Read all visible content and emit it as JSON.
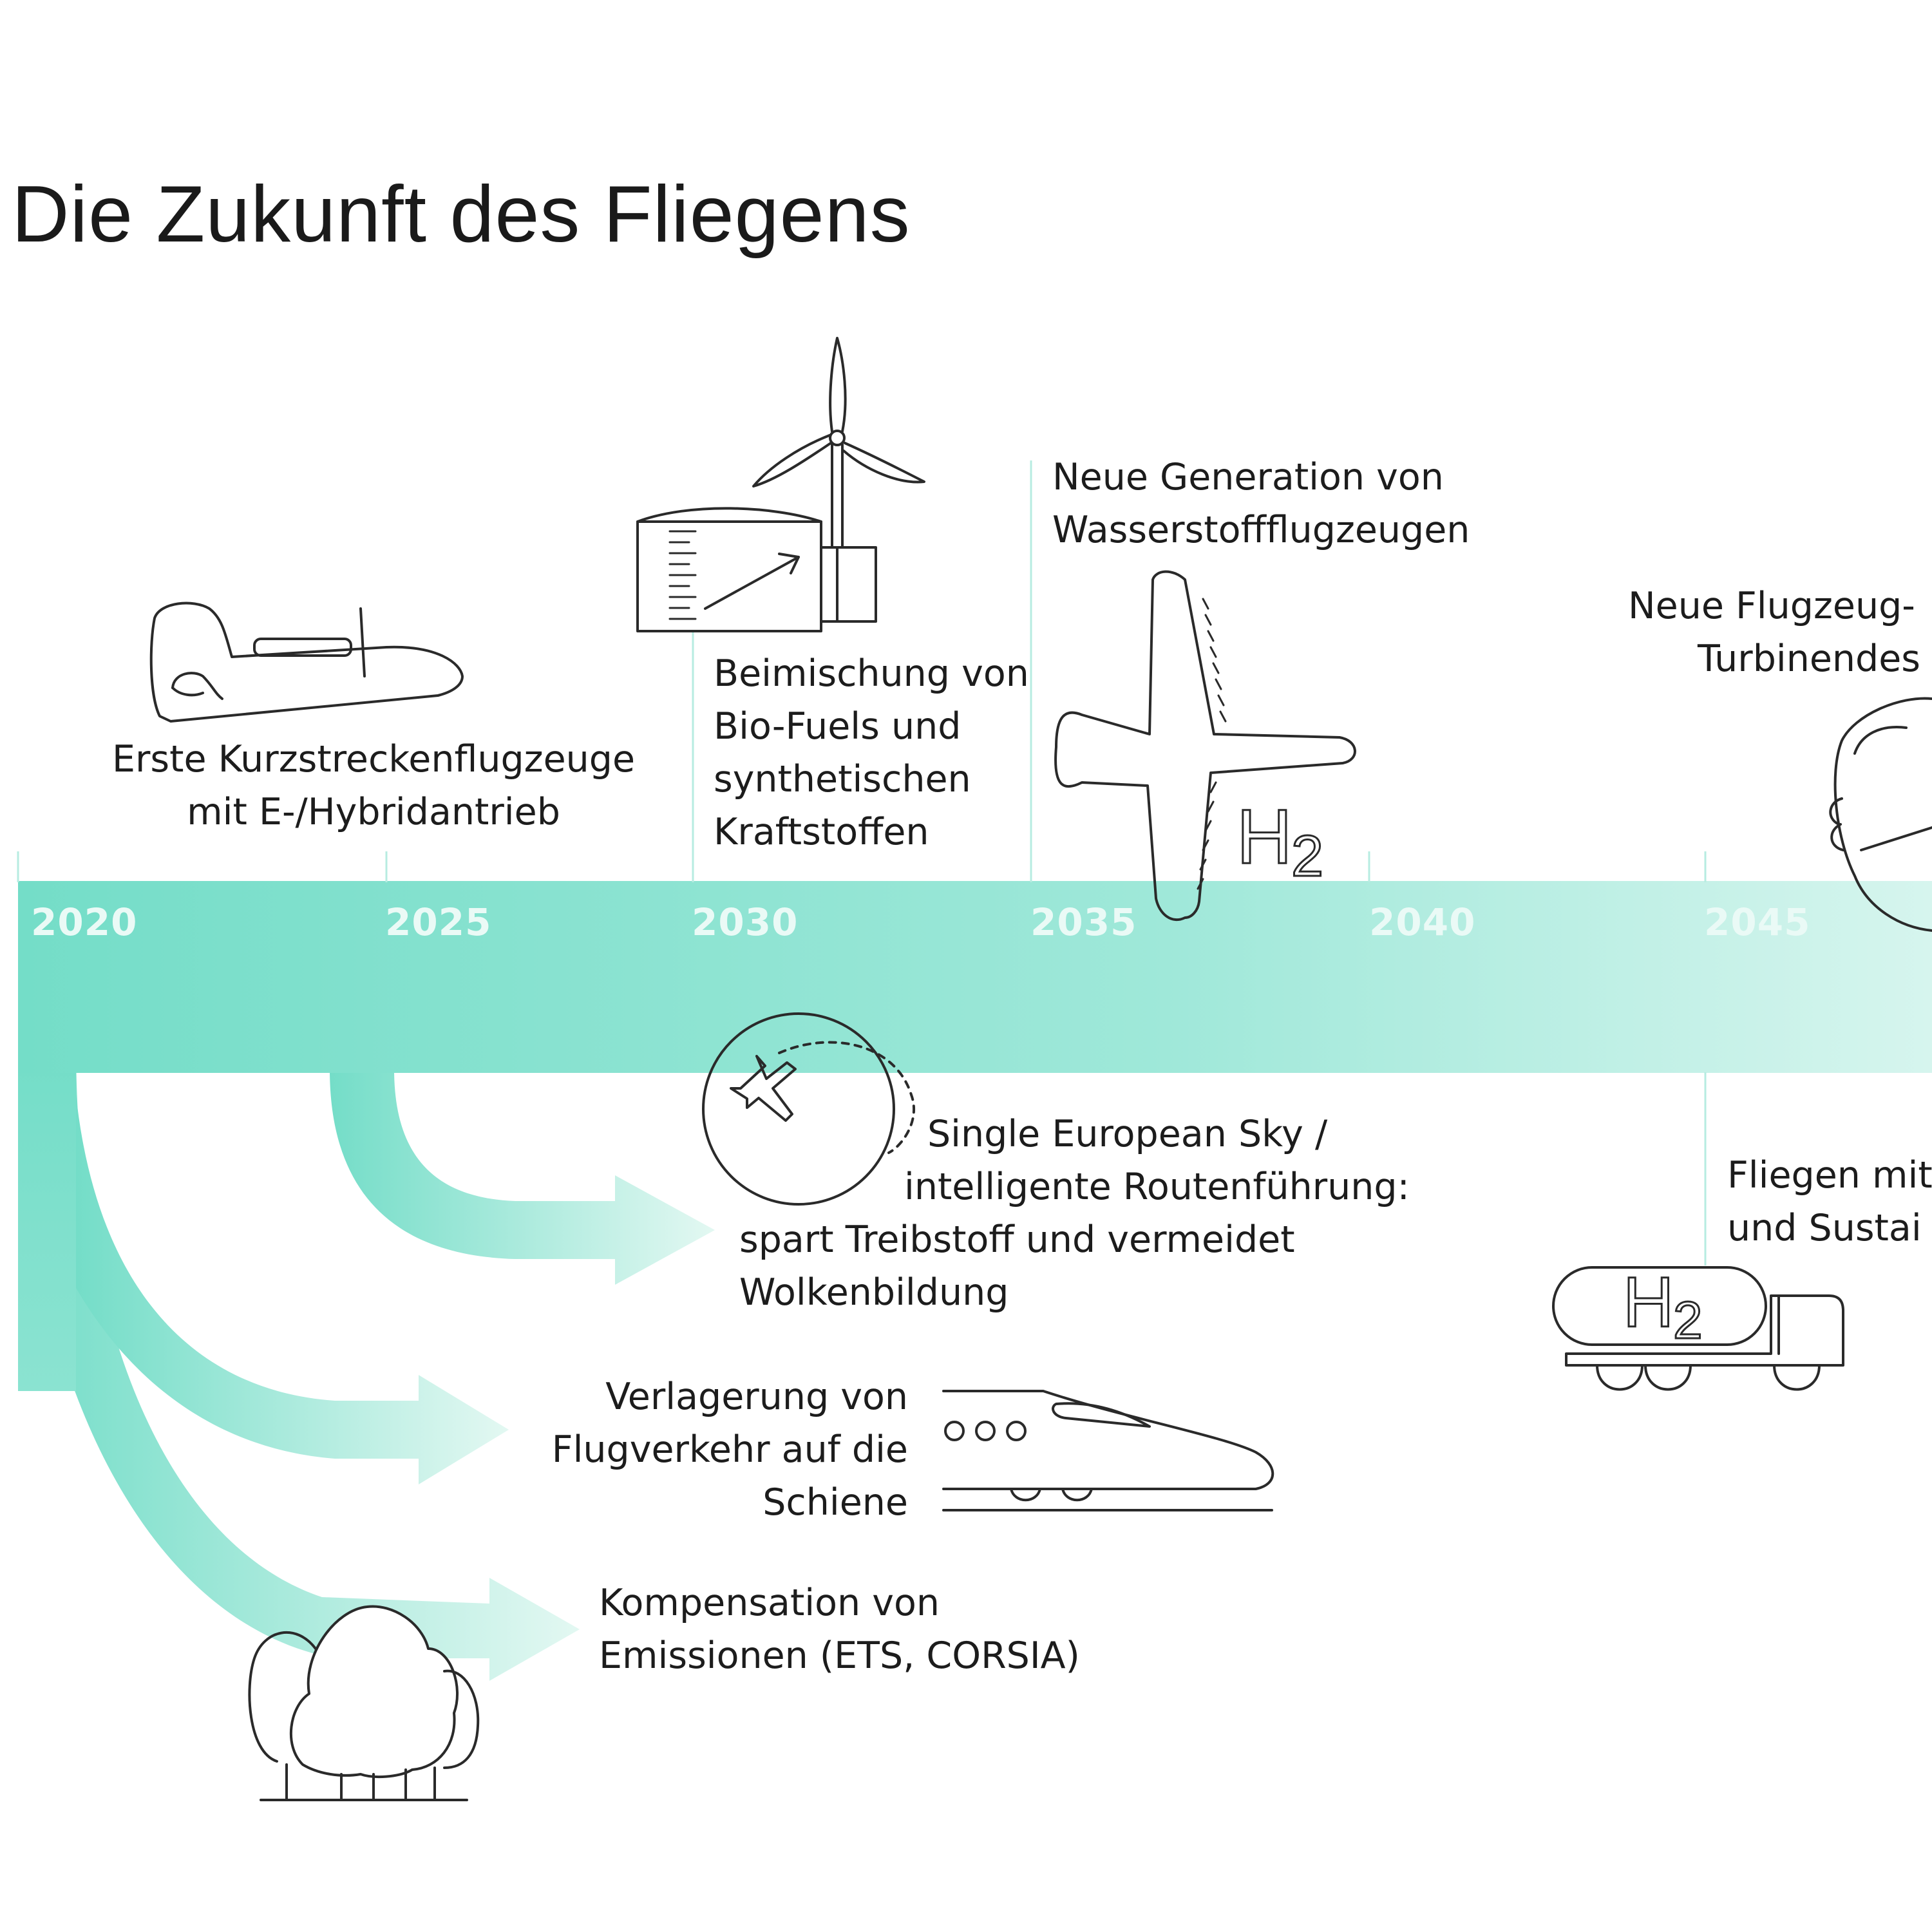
{
  "title": "Die Zukunft des Fliegens",
  "timeline": {
    "years": [
      "2020",
      "2025",
      "2030",
      "2035",
      "2040",
      "2045"
    ],
    "band_color": "#7fe0cc",
    "accent_color": "#6ed8c4"
  },
  "milestones": [
    {
      "lines": [
        "Erste Kurzstreckenflugzeuge",
        "mit E-/Hybridantrieb"
      ],
      "icon": "electric-plane-icon"
    },
    {
      "lines": [
        "Beimischung von",
        "Bio-Fuels und",
        "synthetischen",
        "Kraftstoffen"
      ],
      "icon": "wind-turbine-tank-icon"
    },
    {
      "lines": [
        "Neue Generation von",
        "Wasserstoffflugzeugen"
      ],
      "icon": "hydrogen-plane-icon",
      "icon_text": "H2"
    },
    {
      "lines": [
        "Neue Flugzeug-",
        "Turbinendes"
      ],
      "icon": "aircraft-engine-icon"
    }
  ],
  "measures": [
    {
      "lines": [
        "Single European Sky /",
        "intelligente Routenführung:",
        "spart Treibstoff und vermeidet",
        "Wolkenbildung"
      ],
      "icon": "globe-route-icon"
    },
    {
      "lines": [
        "Verlagerung von",
        "Flugverkehr auf die",
        "Schiene"
      ],
      "icon": "train-icon"
    },
    {
      "lines": [
        "Kompensation von",
        "Emissionen (ETS, CORSIA)"
      ],
      "icon": "trees-icon"
    },
    {
      "lines": [
        "Fliegen mit",
        "und Sustai"
      ],
      "icon": "hydrogen-truck-icon",
      "icon_text": "H2"
    }
  ]
}
